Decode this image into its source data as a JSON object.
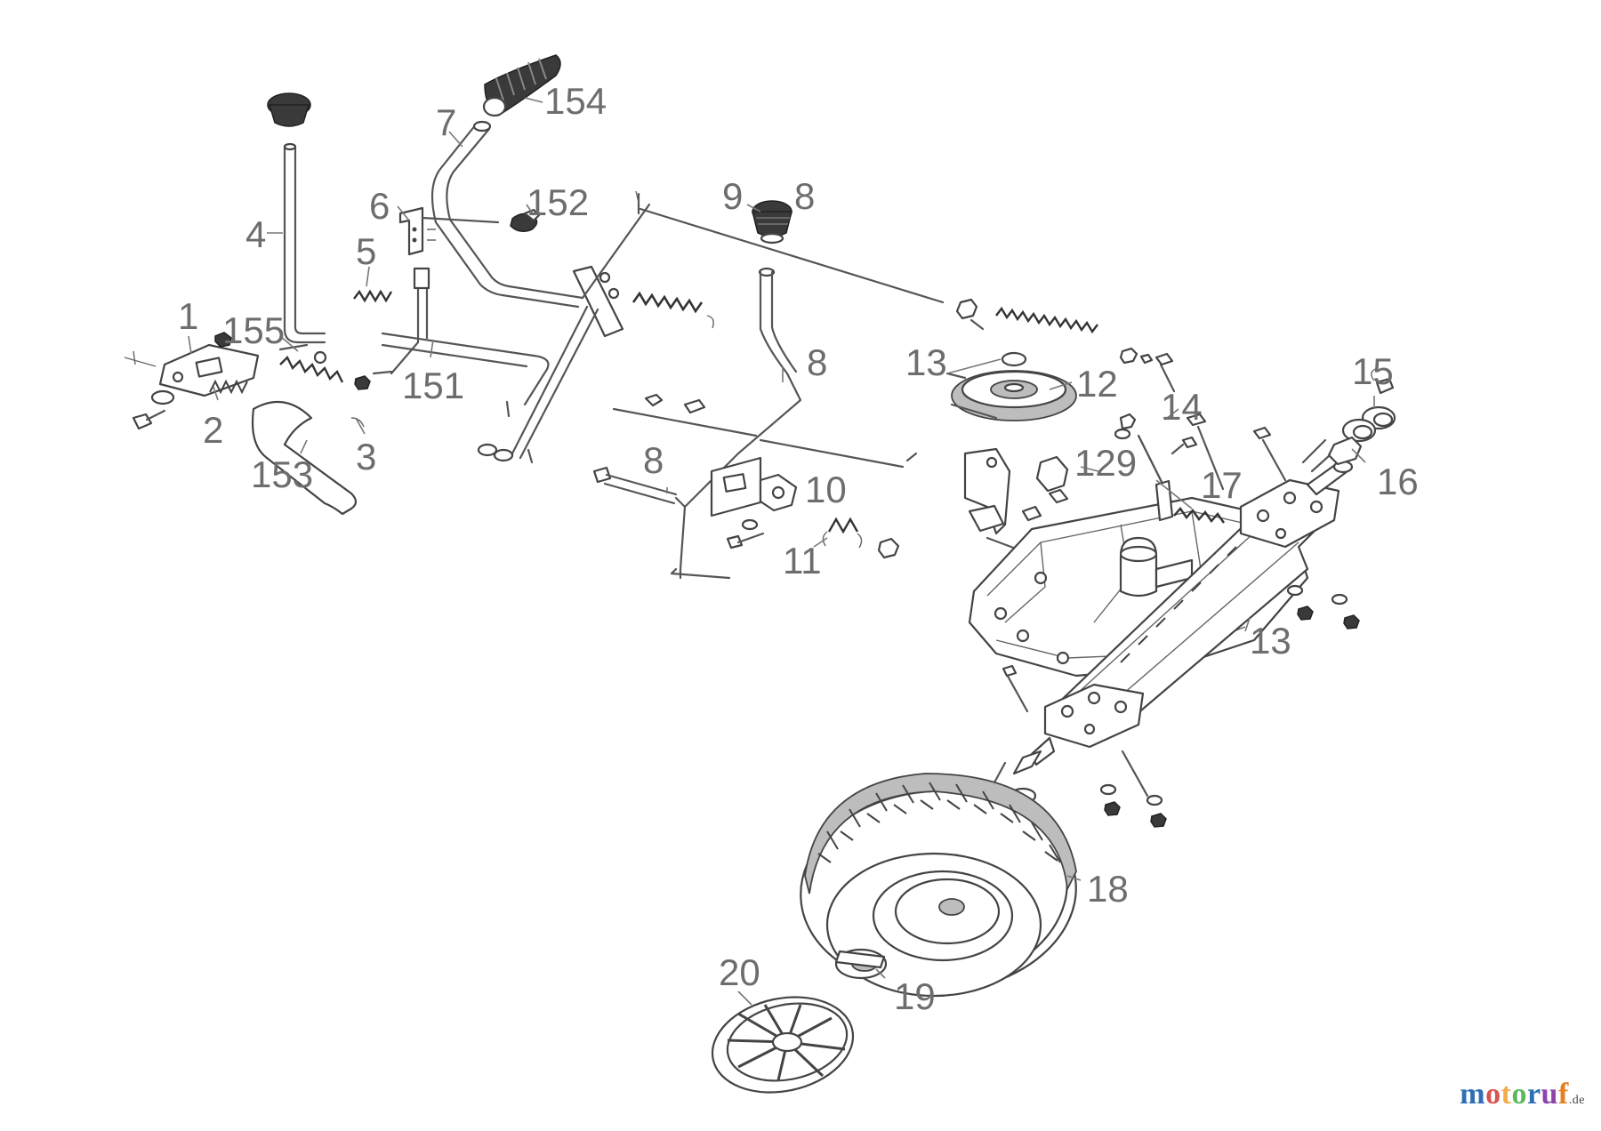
{
  "labels": {
    "p1": "1",
    "p2": "2",
    "p3": "3",
    "p4": "4",
    "p5": "5",
    "p6": "6",
    "p7": "7",
    "p8a": "8",
    "p8b": "8",
    "p8c": "8",
    "p9": "9",
    "p10": "10",
    "p11": "11",
    "p12": "12",
    "p13a": "13",
    "p13b": "13",
    "p14": "14",
    "p15": "15",
    "p16": "16",
    "p17": "17",
    "p18": "18",
    "p19": "19",
    "p20": "20",
    "p129": "129",
    "p151": "151",
    "p152": "152",
    "p153": "153",
    "p154": "154",
    "p155": "155"
  },
  "brand": {
    "name": "motoruf",
    "tld": ".de",
    "colors": [
      "#2f6fb5",
      "#d9534f",
      "#f0ad4e",
      "#5cb85c",
      "#2f6fb5",
      "#8e44ad",
      "#e67e22"
    ]
  }
}
